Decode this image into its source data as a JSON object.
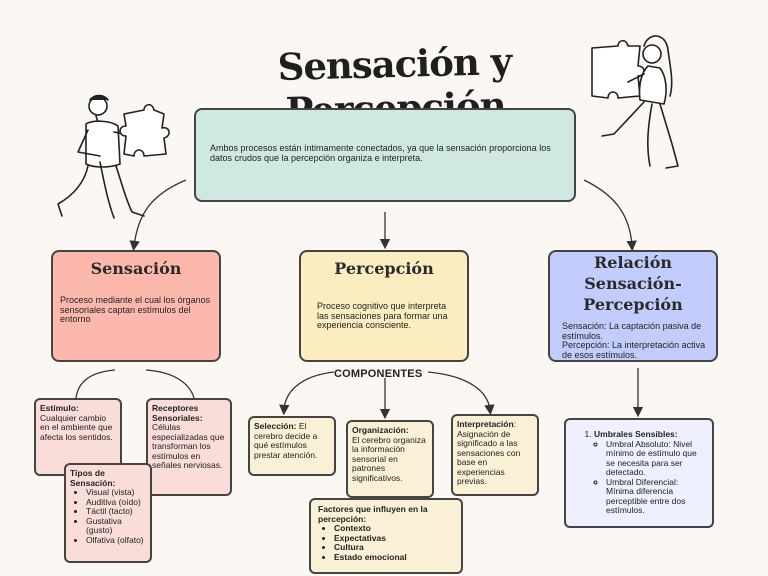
{
  "title": "Sensación y Percepción",
  "intro": "Ambos procesos están íntimamente conectados, ya que la sensación proporciona los datos crudos que la percepción organiza e interpreta.",
  "columns": {
    "sensacion": {
      "title": "Sensación",
      "text": "Proceso mediante el cual los órganos sensoriales captan estímulos del entorno"
    },
    "percepcion": {
      "title": "Percepción",
      "text": "Proceso cognitivo que interpreta las sensaciones para formar una experiencia consciente."
    },
    "relacion": {
      "title": "Relación Sensación-Percepción",
      "text1": "Sensación: La captación pasiva de estímulos.",
      "text2": "Percepción: La interpretación activa de esos estímulos."
    }
  },
  "sensacion_items": {
    "estimulo_title": "Estímulo:",
    "estimulo_text": "Cualquier cambio en el ambiente que afecta los sentidos.",
    "receptores_title": "Receptores Sensoriales:",
    "receptores_text": "Células especializadas que transforman los estímulos en señales nerviosas.",
    "tipos_title": "Tipos de Sensación:",
    "tipos": [
      "Visual (vista)",
      "Auditiva (oído)",
      "Táctil (tacto)",
      "Gustativa (gusto)",
      "Olfativa (olfato)"
    ]
  },
  "componentes_label": "COMPONENTES",
  "componentes": {
    "seleccion_title": "Selección:",
    "seleccion_text": "El cerebro decide a qué estímulos prestar atención.",
    "organizacion_title": "Organización:",
    "organizacion_text": "El cerebro organiza la información sensorial en patrones significativos.",
    "interpretacion_title": "Interpretación",
    "interpretacion_text": ": Asignación de significado a las sensaciones con base en experiencias previas."
  },
  "factores": {
    "title": "Factores que influyen en la percepción:",
    "items": [
      "Contexto",
      "Expectativas",
      "Cultura",
      "Estado emocional"
    ]
  },
  "umbrales": {
    "title": "Umbrales Sensibles:",
    "items": [
      "Umbral Absoluto: Nivel mínimo de estímulo que se necesita para ser detectado.",
      "Umbral Diferencial: Mínima diferencia perceptible entre dos estímulos."
    ]
  },
  "colors": {
    "background": "#fbf7f3",
    "intro_box": "#cfe8e1",
    "sensacion": "#fdb8ad",
    "percepcion": "#faedbf",
    "relacion": "#c3cdfd"
  }
}
